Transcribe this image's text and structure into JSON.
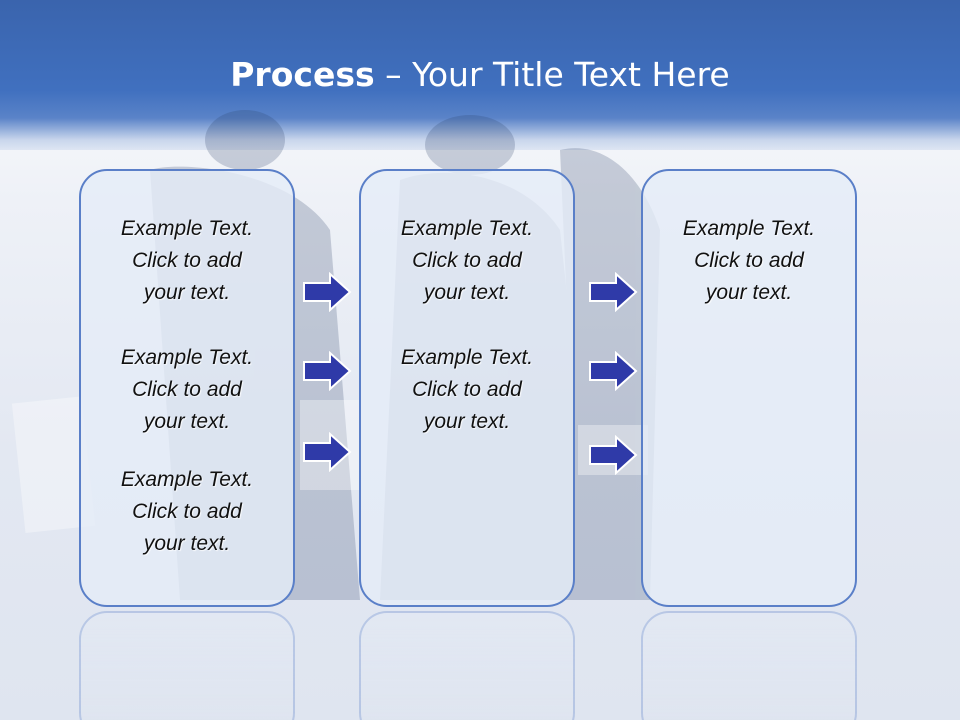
{
  "title": {
    "main": "Process",
    "dash": " – ",
    "rest": "Your Title Text Here"
  },
  "columns": [
    {
      "items": [
        "Example Text.\nClick  to add\nyour text.",
        "Example Text.\nClick  to add\nyour text.",
        "Example Text.\nClick  to add\nyour text."
      ]
    },
    {
      "items": [
        "Example Text.\nClick  to add\nyour text.",
        "Example Text.\nClick  to add\nyour text."
      ]
    },
    {
      "items": [
        "Example Text.\nClick  to add\nyour text."
      ]
    }
  ],
  "colors": {
    "header": "#4070bf",
    "box_border": "#5a7fc8",
    "arrow_fill": "#2f3aa8",
    "arrow_stroke": "#ffffff"
  }
}
